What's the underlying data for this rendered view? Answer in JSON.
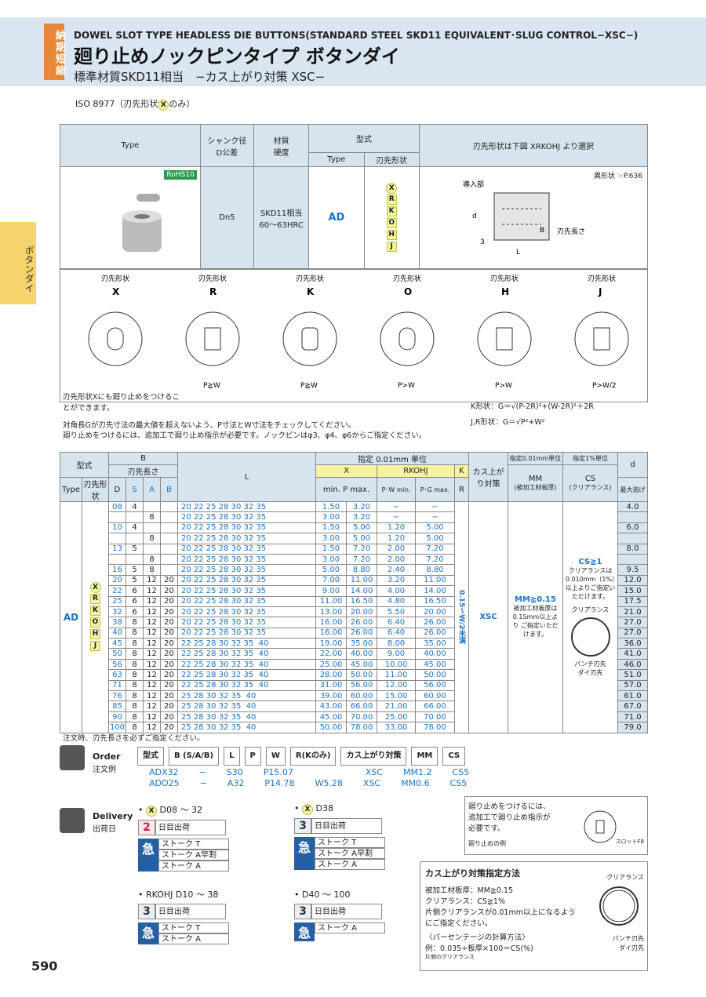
{
  "header": {
    "tag": "納期短縮",
    "en_title": "DOWEL SLOT TYPE HEADLESS DIE BUTTONS(STANDARD STEEL SKD11 EQUIVALENT･SLUG CONTROL−XSC−)",
    "jp_title": "廻り止めノックピンタイプ ボタンダイ",
    "subtitle": "標準材質SKD11相当　−カス上がり対策 XSC−"
  },
  "side_tab": "ボタンダイ",
  "iso": "ISO 8977（刃先形状",
  "iso_x": "X",
  "iso_end": "のみ）",
  "spec": {
    "type_h": "Type",
    "shank_h": "シャンク径",
    "shank_h2": "D",
    "shank_h3": "公差",
    "mat_h1": "材質",
    "mat_h2": "硬度",
    "katashiki": "型式",
    "type2": "Type",
    "hasaki": "刃先形状",
    "select_h": "刃先形状は下図",
    "select_h2": "より選択",
    "rohs": "RoHS10",
    "shank": "Dn5",
    "material": "SKD11相当",
    "hardness": "60〜63HRC",
    "type_val": "AD",
    "shapes": [
      "X",
      "R",
      "K",
      "O",
      "H",
      "J"
    ],
    "ikei": "異形状",
    "ikei_ref": "P.636",
    "dounyu": "導入部",
    "hasaki_len": "刃先長さ"
  },
  "shapes_row": {
    "label": "刃先形状",
    "items": [
      "X",
      "R",
      "K",
      "O",
      "H",
      "J"
    ],
    "notes": [
      "",
      "P≧W",
      "P≧W",
      "P>W",
      "P>W",
      "P>W/2"
    ]
  },
  "formulas": {
    "k": "K形状：G＝√(P-2R)²+(W-2R)²＋2R",
    "jr": "J,R形状：G＝√P²+W²"
  },
  "notes_mid": [
    "刃先形状Xにも廻り止めをつけることができます。",
    "対角長Gが刃先寸法の最大値を超えないよう、P寸法とW寸法をチェックしてください。",
    "廻り止めをつけるには、追加工で廻り止め指示が必要です。ノックピンはφ3、φ4、φ6からご指定ください。"
  ],
  "main_table": {
    "h": {
      "katashiki": "型式",
      "b": "B",
      "b2": "刃先長さ",
      "l": "L",
      "shitei": "指定 0.01mm 単位",
      "kasu": "カス上がり対策",
      "shitei2": "指定0.01mm単位",
      "shitei3": "指定1%単位",
      "d": "d",
      "d2": "最大逃げ",
      "type": "Type",
      "hasaki": "刃先形状",
      "D": "D",
      "S": "S",
      "A": "A",
      "B": "B",
      "x": "X",
      "rkohj": "RKOHJ",
      "K": "K",
      "minp": "min. P max.",
      "pw": "P･W min.",
      "pg": "P･G max.",
      "R": "R",
      "mm": "MM",
      "mm2": "(被加工材板厚)",
      "cs": "CS",
      "cs2": "(クリアランス)"
    },
    "rows": [
      [
        "08",
        "4",
        "",
        "",
        "20 22 25 28 30 32 35",
        "",
        "1.50",
        "3.20",
        "−",
        "−",
        "4.0"
      ],
      [
        "",
        "",
        "8",
        "",
        "20 22 25 28 30 32 35",
        "",
        "3.00",
        "3.20",
        "−",
        "−",
        ""
      ],
      [
        "10",
        "4",
        "",
        "",
        "20 22 25 28 30 32 35",
        "",
        "1.50",
        "5.00",
        "1.20",
        "5.00",
        "6.0"
      ],
      [
        "",
        "",
        "8",
        "",
        "20 22 25 28 30 32 35",
        "",
        "3.00",
        "5.00",
        "1.20",
        "5.00",
        ""
      ],
      [
        "13",
        "5",
        "",
        "",
        "20 22 25 28 30 32 35",
        "",
        "1.50",
        "7.20",
        "2.00",
        "7.20",
        "8.0"
      ],
      [
        "",
        "",
        "8",
        "",
        "20 22 25 28 30 32 35",
        "",
        "3.00",
        "7.20",
        "2.00",
        "7.20",
        ""
      ],
      [
        "16",
        "5",
        "8",
        "",
        "20 22 25 28 30 32 35",
        "",
        "5.00",
        "8.80",
        "2.40",
        "8.80",
        "9.5"
      ],
      [
        "20",
        "5",
        "12",
        "20",
        "20 22 25 28 30 32 35",
        "",
        "7.00",
        "11.00",
        "3.20",
        "11.00",
        "12.0"
      ],
      [
        "22",
        "6",
        "12",
        "20",
        "20 22 25 28 30 32 35",
        "",
        "9.00",
        "14.00",
        "4.00",
        "14.00",
        "15.0"
      ],
      [
        "25",
        "6",
        "12",
        "20",
        "20 22 25 28 30 32 35",
        "",
        "11.00",
        "16.50",
        "4.80",
        "16.50",
        "17.5"
      ],
      [
        "32",
        "6",
        "12",
        "20",
        "20 22 25 28 30 32 35",
        "",
        "13.00",
        "20.00",
        "5.50",
        "20.00",
        "21.0"
      ],
      [
        "38",
        "8",
        "12",
        "20",
        "20 22 25 28 30 32 35",
        "",
        "16.00",
        "26.00",
        "6.40",
        "26.00",
        "27.0"
      ],
      [
        "40",
        "8",
        "12",
        "20",
        "20 22 25 28 30 32 35",
        "",
        "16.00",
        "26.00",
        "6.40",
        "26.00",
        "27.0"
      ],
      [
        "45",
        "8",
        "12",
        "20",
        "22 25 28 30 32 35",
        "40",
        "19.00",
        "35.00",
        "8.00",
        "35.00",
        "36.0"
      ],
      [
        "50",
        "8",
        "12",
        "20",
        "22 25 28 30 32 35",
        "40",
        "22.00",
        "40.00",
        "9.00",
        "40.00",
        "41.0"
      ],
      [
        "56",
        "8",
        "12",
        "20",
        "22 25 28 30 32 35",
        "40",
        "25.00",
        "45.00",
        "10.00",
        "45.00",
        "46.0"
      ],
      [
        "63",
        "8",
        "12",
        "20",
        "22 25 28 30 32 35",
        "40",
        "28.00",
        "50.00",
        "11.00",
        "50.00",
        "51.0"
      ],
      [
        "71",
        "8",
        "12",
        "20",
        "22 25 28 30 32 35",
        "40",
        "31.00",
        "56.00",
        "12.00",
        "56.00",
        "57.0"
      ],
      [
        "76",
        "8",
        "12",
        "20",
        "25 28 30 32 35",
        "40",
        "39.00",
        "60.00",
        "15.00",
        "60.00",
        "61.0"
      ],
      [
        "85",
        "8",
        "12",
        "20",
        "25 28 30 32 35",
        "40",
        "43.00",
        "66.00",
        "21.00",
        "66.00",
        "67.0"
      ],
      [
        "90",
        "8",
        "12",
        "20",
        "25 28 30 32 35",
        "40",
        "45.00",
        "70.00",
        "25.00",
        "70.00",
        "71.0"
      ],
      [
        "100",
        "8",
        "12",
        "20",
        "25 28 30 32 35",
        "40",
        "50.00",
        "78.00",
        "33.00",
        "78.00",
        "79.0"
      ]
    ],
    "type_val": "AD",
    "shapes": [
      "X",
      "R",
      "K",
      "O",
      "H",
      "J"
    ],
    "k_range": "0.15〜W/2未満",
    "xsc": "XSC",
    "mm": "MM≧0.15",
    "mm_note": "被加工材板厚は0.15mm以上より ご指定いただけます。",
    "cs": "CS≧1",
    "cs_note": "クリアランスは0.010mm（1%）以上よりご指定いただけます。",
    "clearance": "クリアランス",
    "punch": "パンチ刃先",
    "die": "ダイ刃先"
  },
  "order_note": "注文時、刃先長さを必ずご指定ください。",
  "order": {
    "label": "Order",
    "label_jp": "注文例",
    "h": [
      "型式",
      "B (S/A/B)",
      "L",
      "P",
      "W",
      "R(Kのみ)",
      "カス上がり対策",
      "MM",
      "CS"
    ],
    "ex1": [
      "ADX32",
      "S30",
      "P15.07",
      "",
      "XSC",
      "MM1.2",
      "CS5"
    ],
    "ex2": [
      "ADO25",
      "A32",
      "P14.78",
      "W5.28",
      "XSC",
      "MM0.6",
      "CS5"
    ]
  },
  "delivery": {
    "label": "Delivery",
    "label_jp": "出荷日",
    "g1": {
      "title": "D08 〜 32",
      "days": "2",
      "unit": "日目出荷",
      "strokes": [
        "ストーク T",
        "ストーク A早割",
        "ストーク A"
      ]
    },
    "g2": {
      "title": "D38",
      "days": "3",
      "unit": "日目出荷",
      "strokes": [
        "ストーク T",
        "ストーク A早割",
        "ストーク A"
      ]
    },
    "g3": {
      "title": "RKOHJ D10 〜 38",
      "days": "3",
      "unit": "日目出荷",
      "strokes": [
        "ストーク T",
        "ストーク A"
      ]
    },
    "g4": {
      "title": "D40 〜 100",
      "days": "3",
      "unit": "日目出荷",
      "strokes": [
        "ストーク A"
      ]
    },
    "kyu": "急"
  },
  "rot_note": {
    "text": "廻り止めをつけるには、追加工で廻り止め指示が必要です。",
    "ex": "廻り止めの例",
    "slot": "スロットF8"
  },
  "kasu_box": {
    "title": "カス上がり対策指定方法",
    "l1": "被加工材板厚：MM≧0.15",
    "l2": "クリアランス：CS≧1%",
    "l3": "片側クリアランスが0.01mm以上になるようにご指定ください。",
    "l4": "〈パーセンテージの計算方法〉",
    "l5": "例：0.035÷板厚×100＝CS(%)",
    "l6": "片側のクリアランス",
    "clearance": "クリアランス",
    "punch": "パンチ刃先",
    "die": "ダイ刃先"
  },
  "page": "590"
}
